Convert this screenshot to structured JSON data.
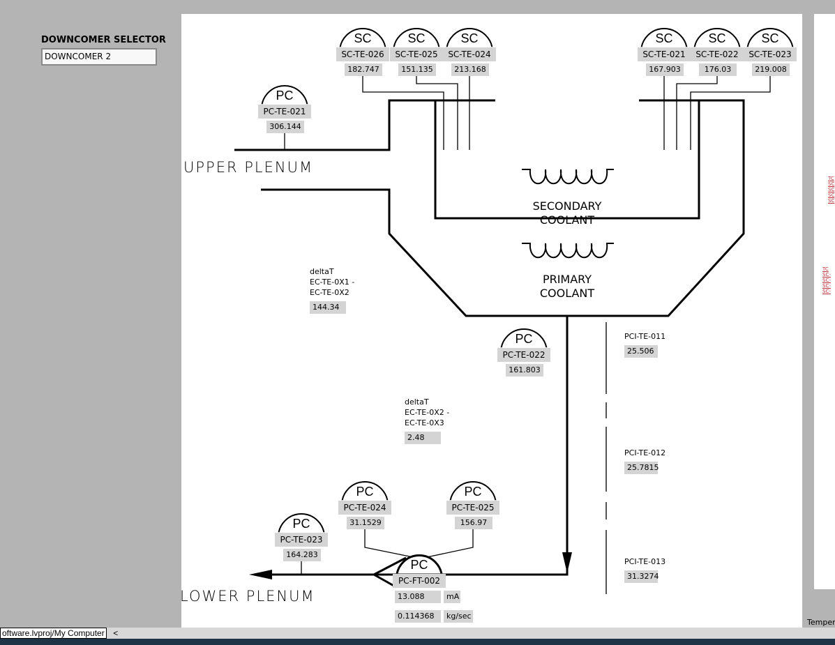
{
  "selector": {
    "label": "DOWNCOMER SELECTOR",
    "value": "DOWNCOMER 2"
  },
  "diagram": {
    "upper_plenum": "UPPER  PLENUM",
    "lower_plenum": "LOWER  PLENUM",
    "secondary_coolant": [
      "SECONDARY",
      "COOLANT"
    ],
    "primary_coolant": [
      "PRIMARY",
      "COOLANT"
    ]
  },
  "sensors": {
    "sc_te_026": {
      "group": "SC",
      "tag": "SC-TE-026",
      "value": "182.747"
    },
    "sc_te_025": {
      "group": "SC",
      "tag": "SC-TE-025",
      "value": "151.135"
    },
    "sc_te_024": {
      "group": "SC",
      "tag": "SC-TE-024",
      "value": "213.168"
    },
    "sc_te_021": {
      "group": "SC",
      "tag": "SC-TE-021",
      "value": "167.903"
    },
    "sc_te_022": {
      "group": "SC",
      "tag": "SC-TE-022",
      "value": "176.03"
    },
    "sc_te_023": {
      "group": "SC",
      "tag": "SC-TE-023",
      "value": "219.008"
    },
    "pc_te_021": {
      "group": "PC",
      "tag": "PC-TE-021",
      "value": "306.144"
    },
    "pc_te_022": {
      "group": "PC",
      "tag": "PC-TE-022",
      "value": "161.803"
    },
    "pc_te_024": {
      "group": "PC",
      "tag": "PC-TE-024",
      "value": "31.1529"
    },
    "pc_te_025": {
      "group": "PC",
      "tag": "PC-TE-025",
      "value": "156.97"
    },
    "pc_te_023": {
      "group": "PC",
      "tag": "PC-TE-023",
      "value": "164.283"
    },
    "pc_ft_002": {
      "group": "PC",
      "tag": "PC-FT-002",
      "value_ma": "13.088",
      "unit_ma": "mA",
      "value_flow": "0.114368",
      "unit_flow": "kg/sec"
    }
  },
  "delta1": {
    "lines": [
      "deltaT",
      "EC-TE-0X1 -",
      "EC-TE-0X2"
    ],
    "value": "144.34"
  },
  "delta2": {
    "lines": [
      "deltaT",
      "EC-TE-0X2 -",
      "EC-TE-0X3"
    ],
    "value": "2.48"
  },
  "pci": [
    {
      "tag": "PCI-TE-011",
      "value": "25.506"
    },
    {
      "tag": "PCI-TE-012",
      "value": "25.7815"
    },
    {
      "tag": "PCI-TE-013",
      "value": "31.3274"
    }
  ],
  "right_panel": {
    "label": "Temper"
  },
  "statusbar": {
    "path": "oftware.lvproj/My Computer",
    "scroll_left": "<"
  }
}
